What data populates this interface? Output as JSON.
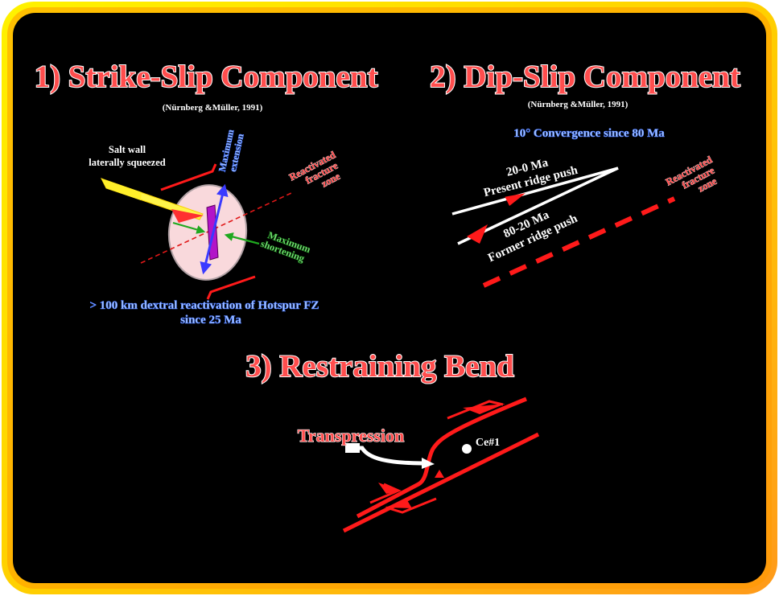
{
  "panel1": {
    "title": "1) Strike-Slip Component",
    "citation": "(Nürnberg &Müller, 1991)",
    "salt_wall_line1": "Salt wall",
    "salt_wall_line2": "laterally squeezed",
    "max_extension_line1": "Maximum",
    "max_extension_line2": "extension",
    "reactivated_line1": "Reactivated",
    "reactivated_line2": "fracture",
    "reactivated_line3": "zone",
    "max_shortening_line1": "Maximum",
    "max_shortening_line2": "shortening",
    "dextral_line1": "> 100 km dextral reactivation of Hotspur FZ",
    "dextral_line2": "since 25 Ma"
  },
  "panel2": {
    "title": "2) Dip-Slip Component",
    "citation": "(Nürnberg &Müller, 1991)",
    "convergence": "10° Convergence since 80 Ma",
    "present_line1": "20-0 Ma",
    "present_line2": "Present ridge push",
    "former_line1": "80-20 Ma",
    "former_line2": "Former ridge push",
    "reactivated_line1": "Reactivated",
    "reactivated_line2": "fracture",
    "reactivated_line3": "zone"
  },
  "panel3": {
    "title": "3) Restraining Bend",
    "transpression": "Transpression",
    "well": "Ce#1"
  },
  "colors": {
    "frame_yellow": "#ffe600",
    "frame_orange": "#ff8c1a",
    "background": "#000000",
    "red": "#ff1a1a",
    "ellipse": "#f9d9dc",
    "salt_wall": "#b214c8",
    "extension_arrow": "#3a3aff",
    "shortening_arrow": "#1fa81f"
  }
}
